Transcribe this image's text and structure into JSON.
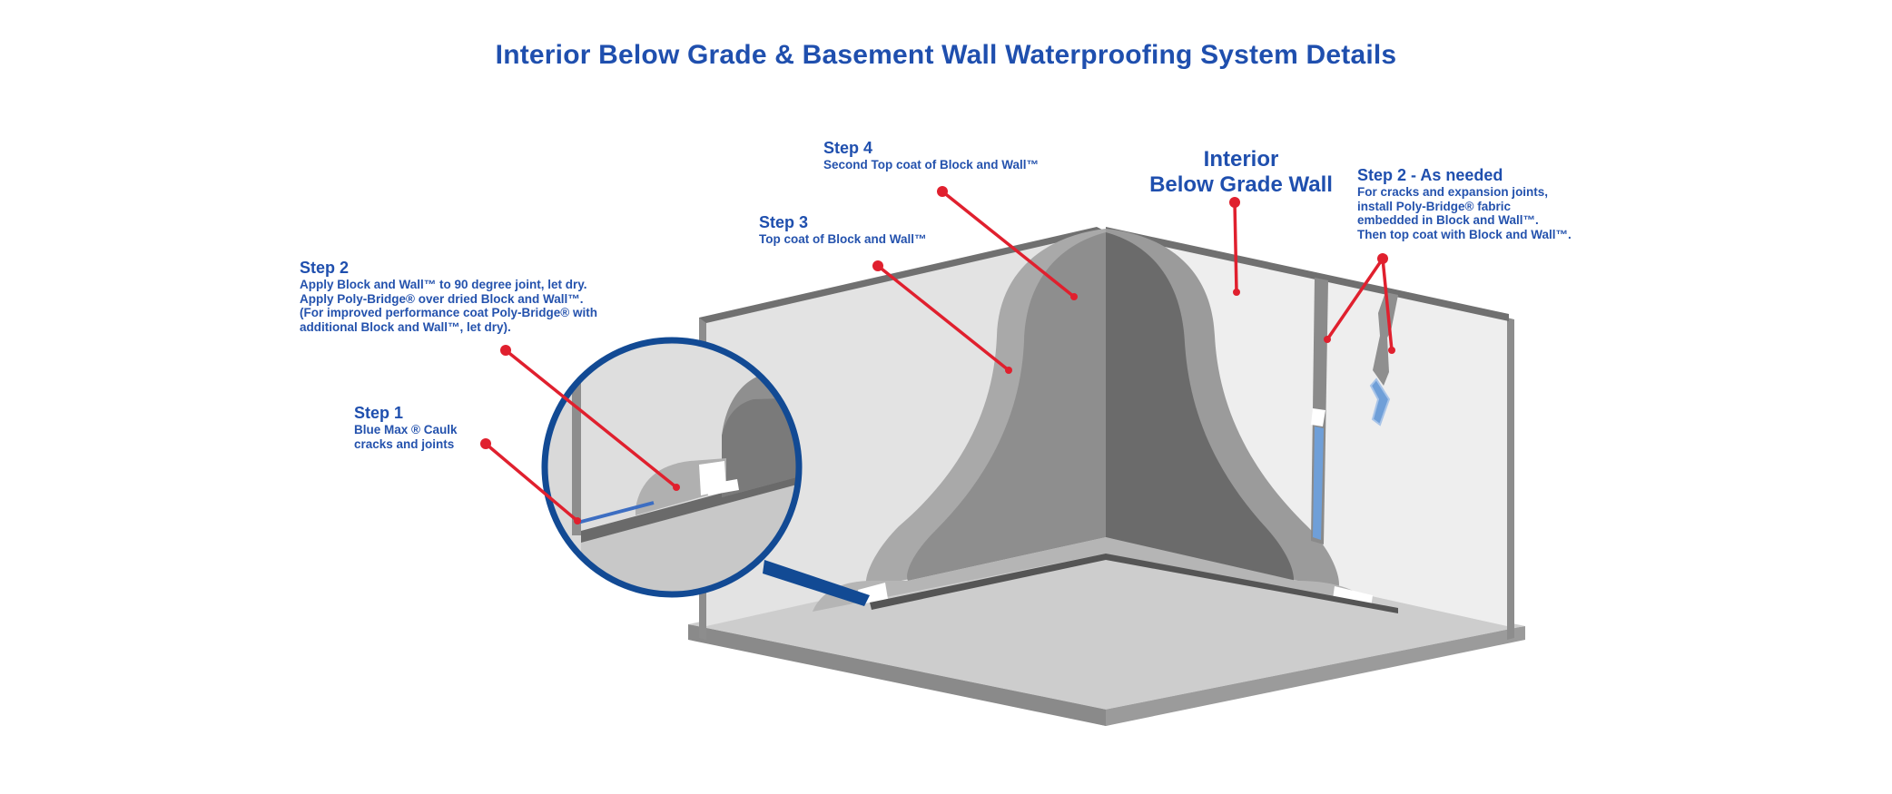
{
  "title": "Interior Below Grade & Basement Wall Waterproofing System Details",
  "wall_label": {
    "line1": "Interior",
    "line2": "Below Grade Wall"
  },
  "steps": [
    {
      "id": "step1",
      "heading": "Step 1",
      "lines": [
        "Blue Max ® Caulk",
        "cracks and joints"
      ]
    },
    {
      "id": "step2",
      "heading": "Step 2",
      "lines": [
        "Apply Block and Wall™ to 90 degree joint, let dry.",
        "Apply Poly-Bridge® over dried Block and Wall™.",
        "(For improved performance coat Poly-Bridge® with",
        "additional Block and Wall™, let dry)."
      ]
    },
    {
      "id": "step3",
      "heading": "Step 3",
      "lines": [
        "Top coat of Block and Wall™"
      ]
    },
    {
      "id": "step4",
      "heading": "Step 4",
      "lines": [
        "Second Top coat of Block and Wall™"
      ]
    },
    {
      "id": "step2b",
      "heading": "Step 2 - As needed",
      "lines": [
        "For cracks and expansion joints,",
        "install Poly-Bridge® fabric",
        "embedded in Block and Wall™.",
        "Then top coat with Block and Wall™."
      ]
    }
  ],
  "colors": {
    "title": "#1f4fae",
    "leader": "#e0202e",
    "magnifier_ring": "#124a94",
    "caulk_blue": "#6f9fd8"
  }
}
